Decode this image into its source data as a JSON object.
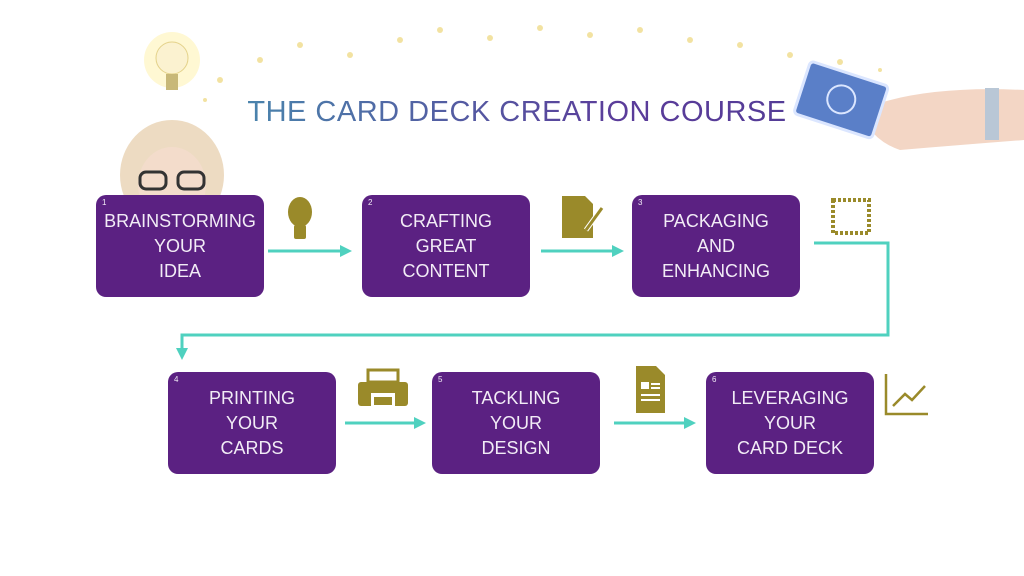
{
  "title": "THE CARD DECK CREATION COURSE",
  "steps": [
    {
      "num": "1",
      "lines": [
        "BRAINSTORMING",
        "YOUR",
        "IDEA"
      ],
      "icon": "lightbulb-icon"
    },
    {
      "num": "2",
      "lines": [
        "CRAFTING",
        "GREAT",
        "CONTENT"
      ],
      "icon": "document-pen-icon"
    },
    {
      "num": "3",
      "lines": [
        "PACKAGING",
        "AND",
        "ENHANCING"
      ],
      "icon": "stamp-frame-icon"
    },
    {
      "num": "4",
      "lines": [
        "PRINTING",
        "YOUR",
        "CARDS"
      ],
      "icon": "printer-icon"
    },
    {
      "num": "5",
      "lines": [
        "TACKLING",
        "YOUR",
        "DESIGN"
      ],
      "icon": "document-layout-icon"
    },
    {
      "num": "6",
      "lines": [
        "LEVERAGING",
        "YOUR",
        "CARD DECK"
      ],
      "icon": "line-chart-icon"
    }
  ],
  "colors": {
    "box": "#5b2182",
    "arrow": "#4fd1bf",
    "icon": "#9a8a2a"
  }
}
